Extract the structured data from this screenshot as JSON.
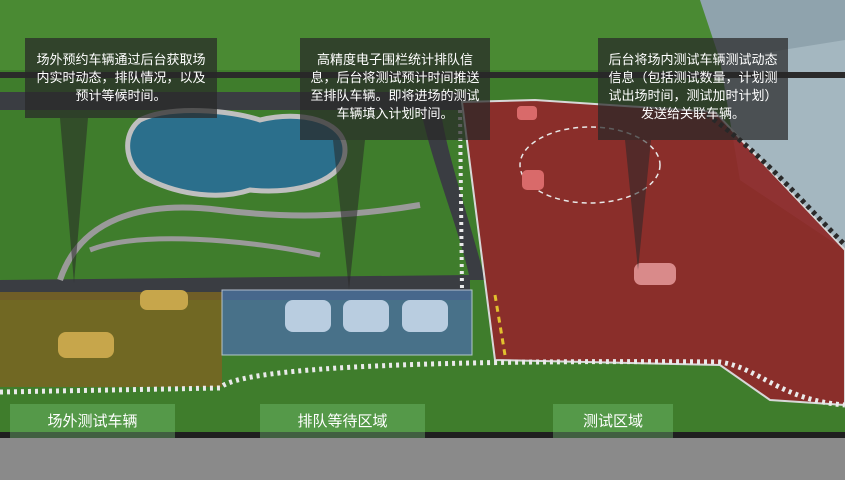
{
  "callouts": {
    "left": "场外预约车辆通过后台获取场内实时动态，排队情况，以及预计等候时间。",
    "middle": "高精度电子围栏统计排队信息，后台将测试预计时间推送至排队车辆。即将进场的测试车辆填入计划时间。",
    "right": "后台将场内测试车辆测试动态信息（包括测试数量，计划测试出场时间，测试加时计划）发送给关联车辆。"
  },
  "zones": {
    "outside": "场外测试车辆",
    "queue": "排队等待区域",
    "test": "测试区域"
  },
  "colors": {
    "grass": "#3d7a2a",
    "road": "#3a3d42",
    "test_area": "#8e2a2a",
    "queue_area": "#4a6f9a",
    "outside_area": "#7a6422"
  }
}
